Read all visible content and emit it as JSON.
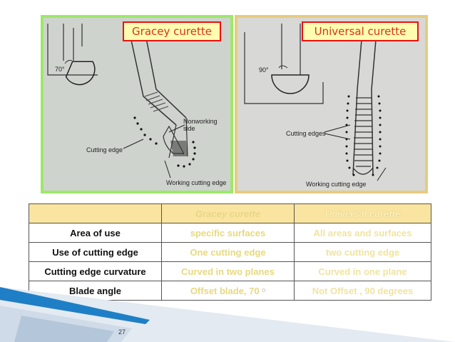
{
  "callouts": {
    "gracey": "Gracey curette",
    "universal": "Universal curette"
  },
  "left_panel": {
    "angle": "70°",
    "nonworking": "Nonworking",
    "side": "side",
    "cutting_edge": "Cutting edge",
    "working_cutting_edge": "Working cutting edge"
  },
  "right_panel": {
    "angle": "90°",
    "cutting_edges": "Cutting edges",
    "working_cutting_edge": "Working cutting edge"
  },
  "table": {
    "headers": [
      "",
      "Gracey curette",
      "Universal curette"
    ],
    "rows": [
      {
        "label": "Area of use",
        "gracey": "specific  surfaces",
        "universal": "All areas and surfaces"
      },
      {
        "label": "Use of cutting edge",
        "gracey": "One cutting edge",
        "universal": "two cutting edge"
      },
      {
        "label": "Cutting edge curvature",
        "gracey": "Curved in two planes",
        "universal": "Curved in one plane"
      },
      {
        "label": "Blade angle",
        "gracey": "Offset blade, 70",
        "gracey_glyph": "ᵒ",
        "universal": "Not Offset , 90 degrees"
      }
    ]
  },
  "slide_number": "27",
  "colors": {
    "left_border": "#9de86a",
    "right_border": "#e7cc7f",
    "callout_border": "#ee1111",
    "callout_fill": "#fffdb0",
    "header_fill": "#f9e59f",
    "ribbon": "#1f7fc6"
  }
}
